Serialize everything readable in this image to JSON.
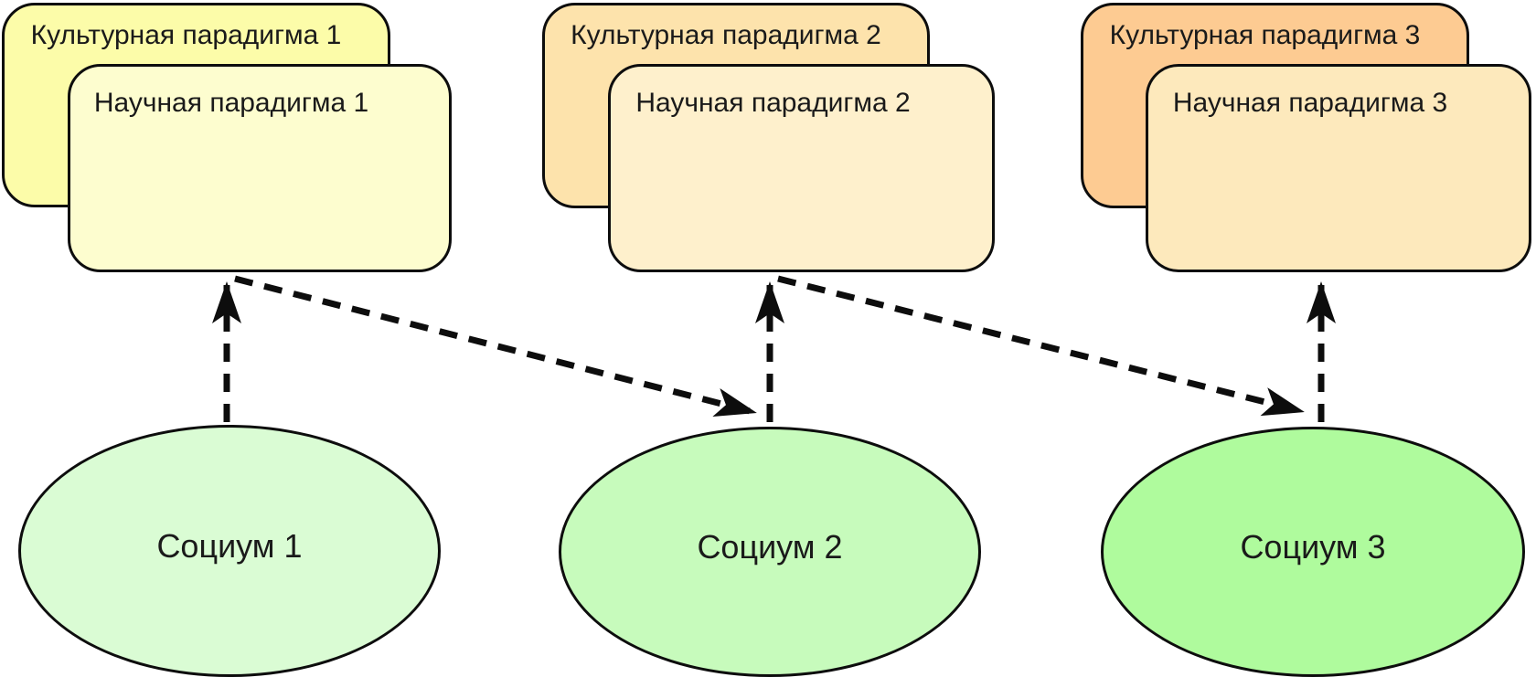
{
  "diagram": {
    "title": "",
    "groups": [
      {
        "culture_label": "Культурная парадигма 1",
        "science_label": "Научная парадигма 1",
        "socium_label": "Социум 1",
        "culture_fill": "#FCFCA9",
        "science_fill": "#FDFDCF",
        "socium_fill": "#DAFCD4"
      },
      {
        "culture_label": "Культурная парадигма 2",
        "science_label": "Научная парадигма 2",
        "socium_label": "Социум 2",
        "culture_fill": "#FDE3AC",
        "science_fill": "#FEF0CC",
        "socium_fill": "#C7FBBC"
      },
      {
        "culture_label": "Культурная парадигма 3",
        "science_label": "Научная парадигма 3",
        "socium_label": "Социум 3",
        "culture_fill": "#FDCB92",
        "science_fill": "#FDE9BC",
        "socium_fill": "#AFFB9D"
      }
    ],
    "connections": [
      {
        "from": "Социум 1",
        "to": "Научная парадигма 1",
        "style": "dashed-arrow-up"
      },
      {
        "from": "Научная парадигма 1",
        "to": "Социум 2",
        "style": "dashed-arrow-diagonal"
      },
      {
        "from": "Социум 2",
        "to": "Научная парадигма 2",
        "style": "dashed-arrow-up"
      },
      {
        "from": "Научная парадигма 2",
        "to": "Социум 3",
        "style": "dashed-arrow-diagonal"
      },
      {
        "from": "Социум 3",
        "to": "Научная парадигма 3",
        "style": "dashed-arrow-up"
      }
    ],
    "stroke_color": "#0d0d0d",
    "background_color": "#ffffff"
  }
}
